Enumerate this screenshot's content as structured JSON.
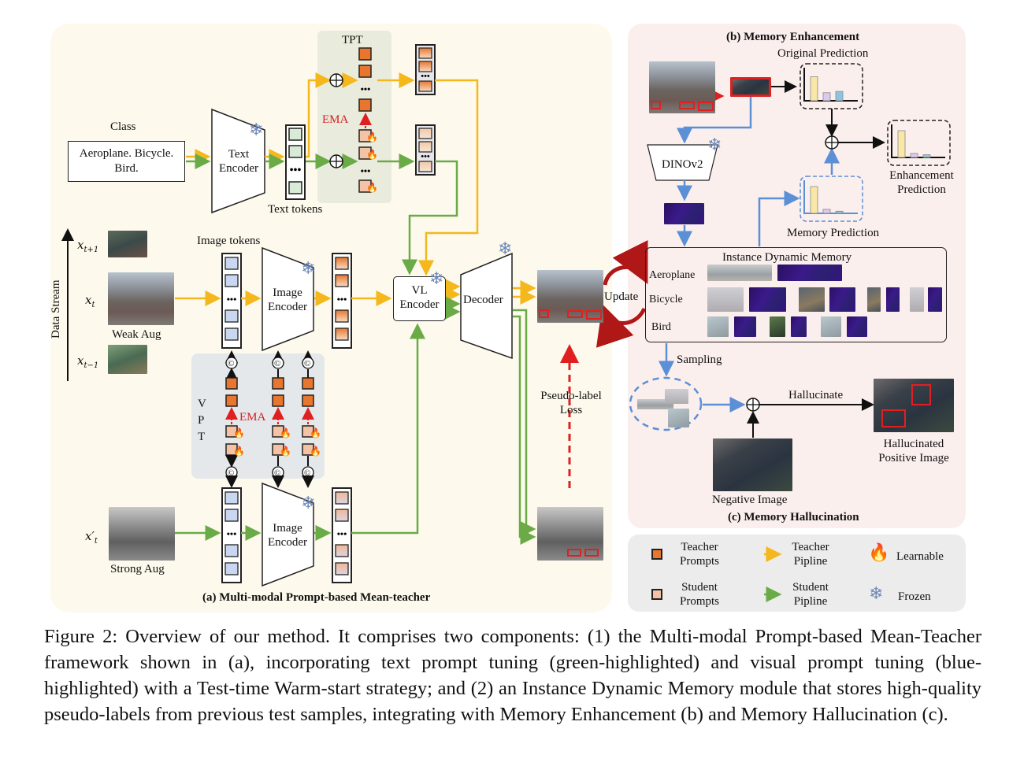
{
  "figure": {
    "panel_a_title": "(a) Multi-modal Prompt-based Mean-teacher",
    "panel_b_title": "(b) Memory Enhancement",
    "panel_c_title": "(c) Memory Hallucination"
  },
  "panel_a": {
    "class_label": "Class",
    "class_text_line1": "Aeroplane. Bicycle.",
    "class_text_line2": "Bird.",
    "text_encoder_line1": "Text",
    "text_encoder_line2": "Encoder",
    "text_tokens_label": "Text tokens",
    "tpt_label": "TPT",
    "ema_label": "EMA",
    "image_tokens_label": "Image tokens",
    "image_encoder_line1": "Image",
    "image_encoder_line2": "Encoder",
    "vpt_letters": [
      "V",
      "P",
      "T"
    ],
    "vl_encoder_line1": "VL",
    "vl_encoder_line2": "Encoder",
    "decoder_label": "Decoder",
    "data_stream_label": "Data Stream",
    "x_next": "x",
    "x_next_sub": "t+1",
    "x_cur": "x",
    "x_cur_sub": "t",
    "x_prev": "x",
    "x_prev_sub": "t−1",
    "x_strong": "x′",
    "x_strong_sub": "t",
    "weak_aug_label": "Weak Aug",
    "strong_aug_label": "Strong Aug",
    "pseudo_label_line1": "Pseudo-label",
    "pseudo_label_line2": "Loss",
    "concat_symbol": "©",
    "plus_symbol": "⊕",
    "dots": "•••"
  },
  "panel_b": {
    "original_prediction": "Original Prediction",
    "dinov2_label": "DINOv2",
    "enhancement_prediction_line1": "Enhancement",
    "enhancement_prediction_line2": "Prediction",
    "memory_prediction": "Memory Prediction",
    "update_label": "Update",
    "memory_title": "Instance Dynamic Memory",
    "memory_classes": [
      "Aeroplane",
      "Bicycle",
      "Bird"
    ],
    "sampling_label": "Sampling",
    "bar_colors": {
      "class1": "#f9e7a8",
      "class2": "#dcc9ef",
      "class3": "#8ec4e0"
    },
    "original_bars": [
      0.9,
      0.3,
      0.35
    ],
    "memory_bars": [
      1.0,
      0.15,
      0.08
    ],
    "enhanced_bars": [
      1.0,
      0.15,
      0.1
    ]
  },
  "panel_c": {
    "hallucinate_label": "Hallucinate",
    "negative_image_label": "Negative Image",
    "positive_image_line1": "Hallucinated",
    "positive_image_line2": "Positive Image"
  },
  "legend": {
    "teacher_prompts_line1": "Teacher",
    "teacher_prompts_line2": "Prompts",
    "student_prompts_line1": "Student",
    "student_prompts_line2": "Prompts",
    "teacher_pipeline_line1": "Teacher",
    "teacher_pipeline_line2": "Pipline",
    "student_pipeline_line1": "Student",
    "student_pipeline_line2": "Pipline",
    "learnable": "Learnable",
    "frozen": "Frozen",
    "colors": {
      "teacher_prompt": "#e8762e",
      "student_prompt": "#f4c2a4",
      "teacher_pipeline": "#f4b81c",
      "student_pipeline": "#6aab48"
    }
  },
  "caption": "Figure 2: Overview of our method. It comprises two components: (1) the Multi-modal Prompt-based Mean-Teacher framework shown in (a), incorporating text prompt tuning (green-highlighted) and visual prompt tuning (blue-highlighted) with a Test-time Warm-start strategy; and (2) an Instance Dynamic Memory module that stores high-quality pseudo-labels from previous test samples, integrating with Memory Enhancement (b) and Memory Hallucination (c)."
}
